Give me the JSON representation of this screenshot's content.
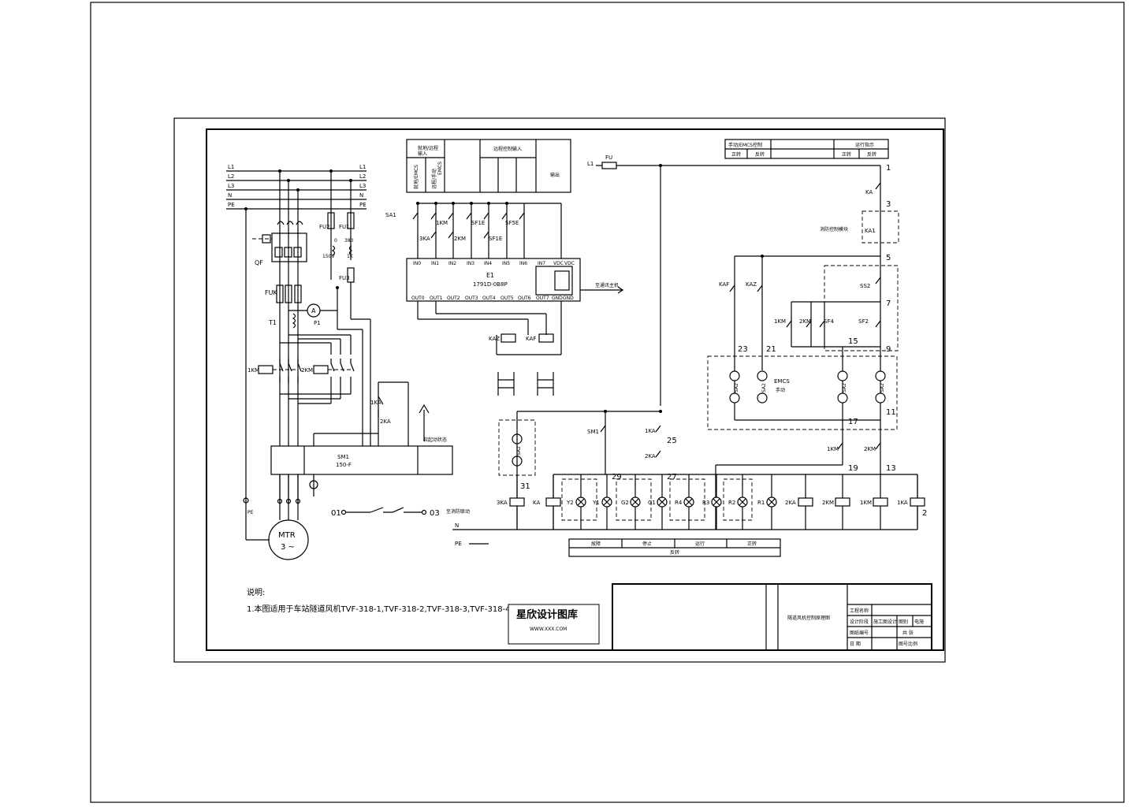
{
  "mains": {
    "phases": [
      "L1",
      "L2",
      "L3",
      "N",
      "PE"
    ]
  },
  "power": {
    "qf": "QF",
    "fuk": "FUK",
    "t1": "T1",
    "p1": "P1",
    "ammeter": "A",
    "fu2": "FU2",
    "fu1": "FU1",
    "fu3": "FU3",
    "t_150": "150V",
    "t_1k": "1K",
    "t_0": "0",
    "t_380": "380",
    "km1": "1KM",
    "km2": "2KM",
    "ka1": "1KA",
    "ka2": "2KA",
    "sm1": "SM1",
    "sm1_model": "150-F",
    "motor_label": "MTR",
    "motor_sym": "3 ~",
    "soft_status": "软起动状态",
    "pe": "PE",
    "interlock_start": "01",
    "interlock_end": "03",
    "interlock_note": "至消防联动"
  },
  "plc": {
    "header": [
      "就地/远程",
      "输入",
      "远程控制输入",
      "输出"
    ],
    "sub_header": [
      "就地/EMCS",
      "远程/手动",
      "EMCS"
    ],
    "contacts": [
      "SA1",
      "1KM",
      "SF1E",
      "SF5E",
      "3KA",
      "2KM",
      "SF1E"
    ],
    "name": "E1",
    "model": "1791D-0B8P",
    "ports_in": [
      "IN0",
      "IN1",
      "IN2",
      "IN3",
      "IN4",
      "IN5",
      "IN6",
      "IN7",
      "VDC",
      "VDC"
    ],
    "ports_out": [
      "OUT0",
      "OUT1",
      "OUT2",
      "OUT3",
      "OUT4",
      "OUT5",
      "OUT6",
      "OUT7",
      "GND",
      "GND"
    ],
    "relays": [
      "KAZ",
      "KAF"
    ],
    "comm": "至通讯主机"
  },
  "control": {
    "fuse": "FU",
    "header_left": [
      "手动/EMCS控制",
      "正转",
      "反转"
    ],
    "header_right": [
      "运行指示",
      "正转",
      "反转"
    ],
    "relays_top": [
      "KA",
      "KA1"
    ],
    "fire_note": "消防控制模块",
    "contacts": [
      "KAF",
      "KAZ",
      "SS2",
      "1KM",
      "2KM",
      "SF4",
      "SF2",
      "SM1",
      "1KA",
      "2KA",
      "1KM",
      "2KM"
    ],
    "sa2": [
      "SA2",
      "SA2",
      "SA2",
      "SA2",
      "SA2"
    ],
    "emcs_label": "EMCS",
    "emcs_label_cn": "手动",
    "coils": [
      "3KA",
      "KA",
      "2KA",
      "2KM",
      "1KM",
      "1KA"
    ],
    "lamps": [
      "Y2",
      "Y1",
      "G2",
      "G1",
      "R4",
      "R3",
      "R2",
      "R1"
    ],
    "nodes": [
      "1",
      "3",
      "5",
      "7",
      "9",
      "11",
      "13",
      "15",
      "17",
      "19",
      "21",
      "23",
      "25",
      "27",
      "29",
      "31",
      "2"
    ],
    "table": [
      "故障",
      "停止",
      "运行",
      "正转",
      "反转"
    ],
    "n": "N",
    "pe": "PE"
  },
  "notes": {
    "title": "说明:",
    "line1": "1.本图适用于车站隧道风机TVF-318-1,TVF-318-2,TVF-318-3,TVF-318-4"
  },
  "watermark": {
    "title": "星欣设计图库",
    "line1": "WWW.XXX.COM"
  },
  "titleblock": {
    "drawing_name": "隧道风机控制原理图",
    "rows": [
      "工程名称",
      "设计阶段",
      "施工图设计",
      "图别",
      "电施",
      "图纸编号",
      "共 张",
      "日 期",
      "图号比例"
    ]
  }
}
